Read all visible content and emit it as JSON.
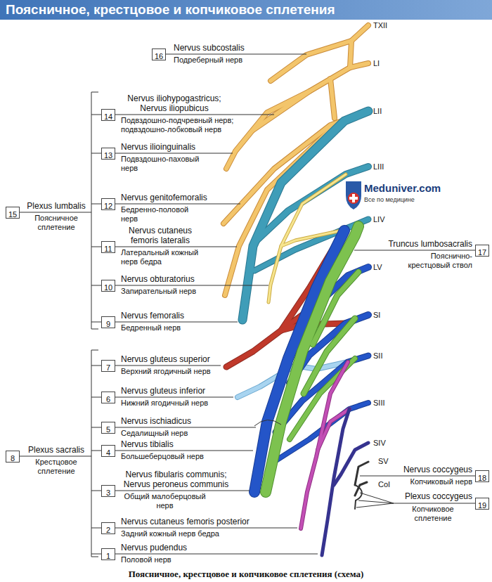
{
  "diagram": {
    "title": "Поясничное, крестцовое и копчиковое сплетения",
    "caption": "Поясничное, крестцовое и копчиковое сплетения (схема)",
    "nodes": [
      {
        "text": [
          "16"
        ]
      },
      {
        "text": [
          "14"
        ]
      },
      {
        "text": [
          "13"
        ]
      },
      {
        "text": [
          "15"
        ]
      },
      {
        "text": [
          "12"
        ]
      },
      {
        "text": [
          "11"
        ]
      },
      {
        "text": [
          "10"
        ]
      },
      {
        "text": [
          "9"
        ]
      },
      {
        "text": [
          "17"
        ]
      },
      {
        "text": [
          "7"
        ]
      },
      {
        "text": [
          "8"
        ]
      },
      {
        "text": [
          "6"
        ]
      },
      {
        "text": [
          "5"
        ]
      },
      {
        "text": [
          "4"
        ]
      },
      {
        "text": [
          "3"
        ]
      },
      {
        "text": [
          "2"
        ]
      },
      {
        "text": [
          "18"
        ]
      },
      {
        "text": [
          "19"
        ]
      },
      {
        "text": [
          "1"
        ]
      }
    ],
    "labels": [
      "Nervus subcostalis",
      "Подреберный нерв",
      "Nervus iliohypogastricus; Nervus iliopubicus",
      "Подвздошно-подчревный нерв; подвздошно-лобковый нерв",
      "Nervus ilioinguinalis",
      "Подвздошно-паховый нерв",
      "Plexus lumbalis",
      "Поясничное сплетение",
      "Nervus genitofemoralis",
      "Бедренно-половой нерв",
      "Nervus cutaneus femoris lateralis",
      "Латеральный кожный нерв бедра",
      "Nervus obturatorius",
      "Запирательный нерв",
      "Nervus femoralis",
      "Бедренный нерв",
      "Truncus lumbosacralis",
      "Пояснично-крестцовый ствол",
      "Nervus gluteus superior",
      "Верхний ягодичный нерв",
      "Plexus sacralis",
      "Крестцовое сплетение",
      "Nervus gluteus inferior",
      "Нижний ягодичный нерв",
      "Nervus ischiadicus",
      "Седалищный нерв",
      "Nervus tibialis",
      "Большеберцовый нерв",
      "Nervus fibularis communis; Nervus peroneus communis",
      "Общий малоберцовый нерв",
      "Nervus cutaneus femoris posterior",
      "Задний кожный нерв бедра",
      "Nervus pudendus",
      "Половой нерв",
      "Nervus coccygeus",
      "Копчиковый нерв",
      "Plexus coccygeus",
      "Копчиковое сплетение",
      "TXII",
      "LI",
      "LII",
      "LIII",
      "LIV",
      "LV",
      "SI",
      "SII",
      "SIII",
      "SIV",
      "SV",
      "CoI",
      "Meduniver.com",
      "Все по медицине"
    ]
  }
}
